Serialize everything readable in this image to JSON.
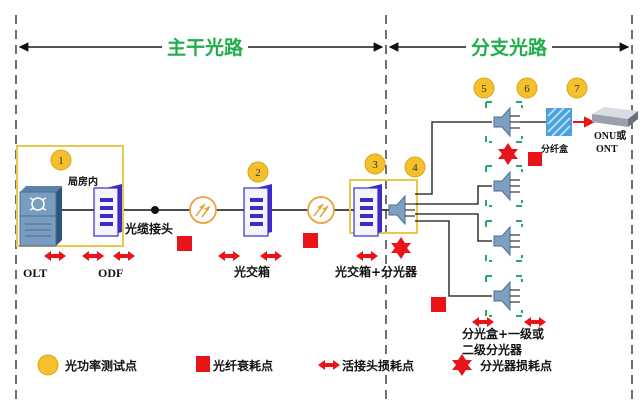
{
  "sections": {
    "trunk": "主干光路",
    "branch": "分支光路"
  },
  "test_points": [
    "1",
    "2",
    "3",
    "4",
    "5",
    "6",
    "7"
  ],
  "labels": {
    "central_office": "局房内",
    "cable_joint": "光缆接头",
    "olt": "OLT",
    "odf": "ODF",
    "cross_box_1": "光交箱",
    "cross_box_splitter": "光交箱+分光器",
    "fiber_box": "分纤盒",
    "onu_line1": "ONU或",
    "onu_line2": "ONT",
    "splitter_box_line1": "分光盒+一级或",
    "splitter_box_line2": "二级分光器"
  },
  "legend": [
    {
      "icon": "yellow-circle",
      "label": "光功率测试点"
    },
    {
      "icon": "red-square",
      "label": "光纤衰耗点"
    },
    {
      "icon": "red-double-arrow",
      "label": "活接头损耗点"
    },
    {
      "icon": "red-star",
      "label": "分光器损耗点"
    }
  ],
  "colors": {
    "section_title": "#1fae4a",
    "test_point": "#f5c02c",
    "loss": "#e8141a",
    "device": "#3b2cc9",
    "frame": "#e8c94a",
    "splitter_frame": "#26a86a"
  }
}
